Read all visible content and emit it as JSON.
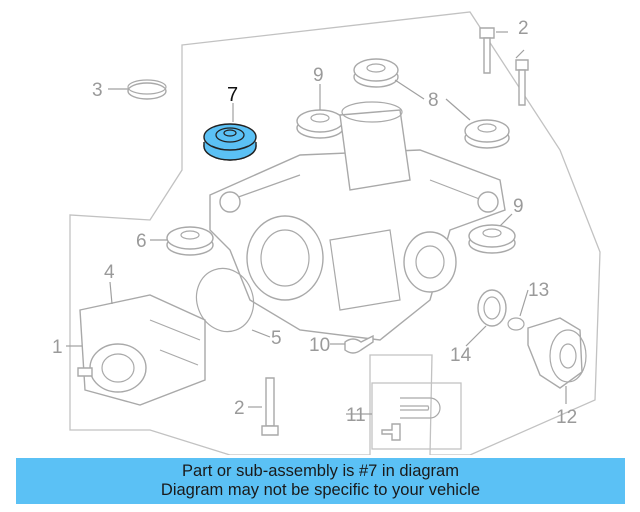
{
  "diagram": {
    "callouts": [
      "1",
      "2",
      "3",
      "4",
      "5",
      "6",
      "7",
      "8",
      "9",
      "10",
      "11",
      "12",
      "13",
      "14"
    ],
    "highlighted_part": "7",
    "highlight_color": "#5bc1f5"
  },
  "banner": {
    "line1": "Part or sub-assembly is #7 in diagram",
    "line2": "Diagram may not be specific to your vehicle",
    "background": "#5bc1f5"
  }
}
